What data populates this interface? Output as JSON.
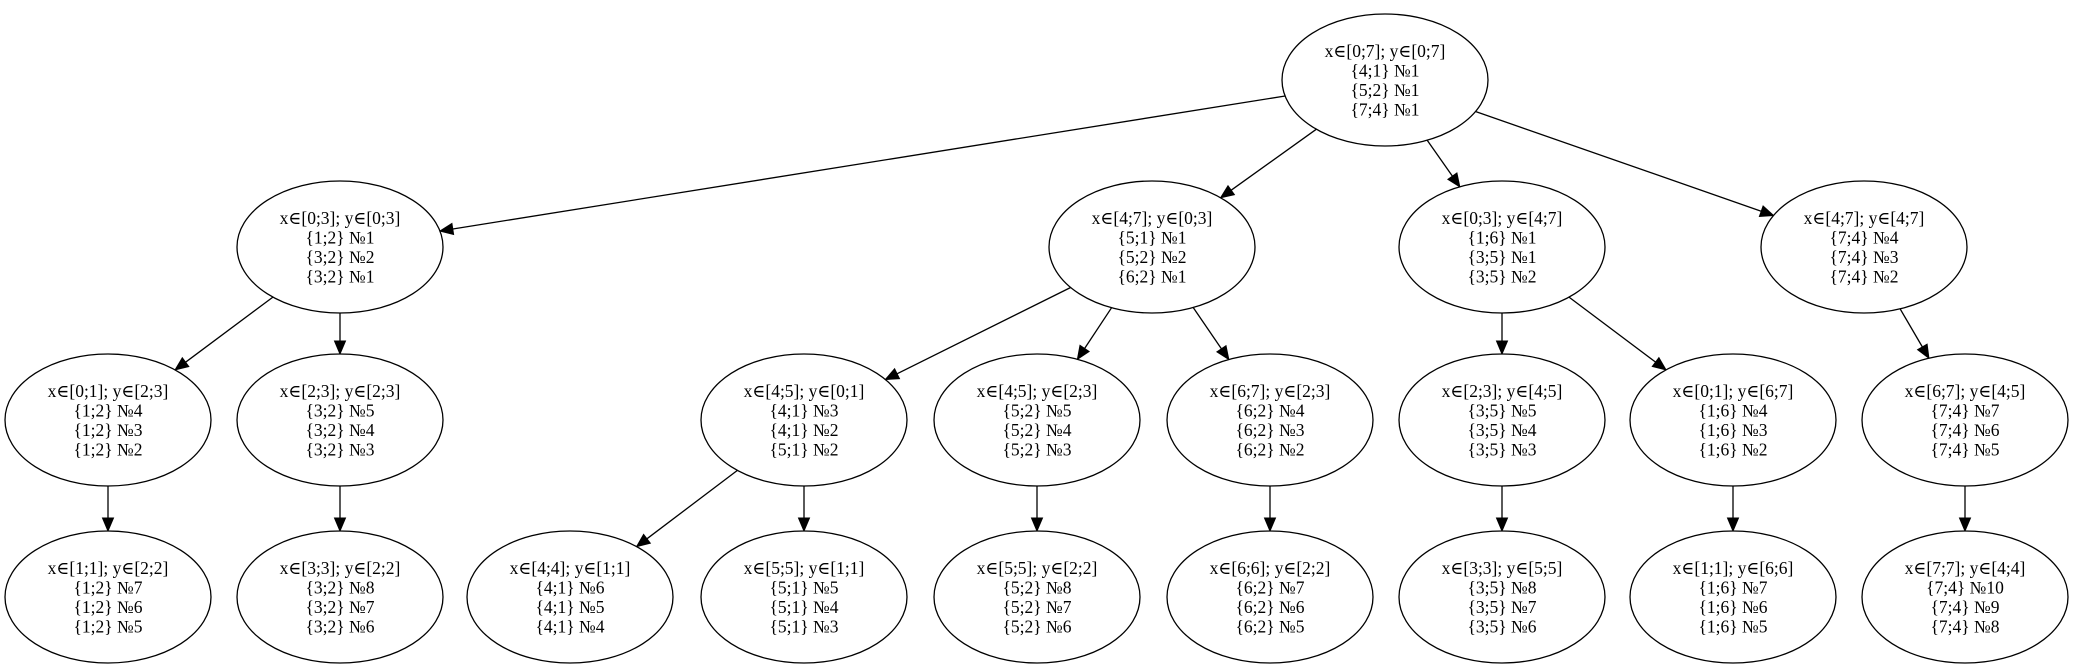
{
  "nodes": [
    {
      "id": "n0",
      "lines": [
        "x∈[0;7]; y∈[0;7]",
        "{4;1} №1",
        "{5;2} №1",
        "{7;4} №1"
      ]
    },
    {
      "id": "n1",
      "lines": [
        "x∈[0;3]; y∈[0;3]",
        "{1;2} №1",
        "{3;2} №2",
        "{3;2} №1"
      ]
    },
    {
      "id": "n2",
      "lines": [
        "x∈[4;7]; y∈[0;3]",
        "{5;1} №1",
        "{5;2} №2",
        "{6;2} №1"
      ]
    },
    {
      "id": "n3",
      "lines": [
        "x∈[0;3]; y∈[4;7]",
        "{1;6} №1",
        "{3;5} №1",
        "{3;5} №2"
      ]
    },
    {
      "id": "n4",
      "lines": [
        "x∈[4;7]; y∈[4;7]",
        "{7;4} №4",
        "{7;4} №3",
        "{7;4} №2"
      ]
    },
    {
      "id": "n5",
      "lines": [
        "x∈[0;1]; y∈[2;3]",
        "{1;2} №4",
        "{1;2} №3",
        "{1;2} №2"
      ]
    },
    {
      "id": "n6",
      "lines": [
        "x∈[2;3]; y∈[2;3]",
        "{3;2} №5",
        "{3;2} №4",
        "{3;2} №3"
      ]
    },
    {
      "id": "n7",
      "lines": [
        "x∈[4;5]; y∈[0;1]",
        "{4;1} №3",
        "{4;1} №2",
        "{5;1} №2"
      ]
    },
    {
      "id": "n8",
      "lines": [
        "x∈[4;5]; y∈[2;3]",
        "{5;2} №5",
        "{5;2} №4",
        "{5;2} №3"
      ]
    },
    {
      "id": "n9",
      "lines": [
        "x∈[6;7]; y∈[2;3]",
        "{6;2} №4",
        "{6;2} №3",
        "{6;2} №2"
      ]
    },
    {
      "id": "n10",
      "lines": [
        "x∈[2;3]; y∈[4;5]",
        "{3;5} №5",
        "{3;5} №4",
        "{3;5} №3"
      ]
    },
    {
      "id": "n11",
      "lines": [
        "x∈[0;1]; y∈[6;7]",
        "{1;6} №4",
        "{1;6} №3",
        "{1;6} №2"
      ]
    },
    {
      "id": "n12",
      "lines": [
        "x∈[6;7]; y∈[4;5]",
        "{7;4} №7",
        "{7;4} №6",
        "{7;4} №5"
      ]
    },
    {
      "id": "n13",
      "lines": [
        "x∈[1;1]; y∈[2;2]",
        "{1;2} №7",
        "{1;2} №6",
        "{1;2} №5"
      ]
    },
    {
      "id": "n14",
      "lines": [
        "x∈[3;3]; y∈[2;2]",
        "{3;2} №8",
        "{3;2} №7",
        "{3;2} №6"
      ]
    },
    {
      "id": "n15",
      "lines": [
        "x∈[4;4]; y∈[1;1]",
        "{4;1} №6",
        "{4;1} №5",
        "{4;1} №4"
      ]
    },
    {
      "id": "n16",
      "lines": [
        "x∈[5;5]; y∈[1;1]",
        "{5;1} №5",
        "{5;1} №4",
        "{5;1} №3"
      ]
    },
    {
      "id": "n17",
      "lines": [
        "x∈[5;5]; y∈[2;2]",
        "{5;2} №8",
        "{5;2} №7",
        "{5;2} №6"
      ]
    },
    {
      "id": "n18",
      "lines": [
        "x∈[6;6]; y∈[2;2]",
        "{6;2} №7",
        "{6;2} №6",
        "{6;2} №5"
      ]
    },
    {
      "id": "n19",
      "lines": [
        "x∈[3;3]; y∈[5;5]",
        "{3;5} №8",
        "{3;5} №7",
        "{3;5} №6"
      ]
    },
    {
      "id": "n20",
      "lines": [
        "x∈[1;1]; y∈[6;6]",
        "{1;6} №7",
        "{1;6} №6",
        "{1;6} №5"
      ]
    },
    {
      "id": "n21",
      "lines": [
        "x∈[7;7]; y∈[4;4]",
        "{7;4} №10",
        "{7;4} №9",
        "{7;4} №8"
      ]
    }
  ],
  "edges": [
    [
      "n0",
      "n1"
    ],
    [
      "n0",
      "n2"
    ],
    [
      "n0",
      "n3"
    ],
    [
      "n0",
      "n4"
    ],
    [
      "n1",
      "n5"
    ],
    [
      "n1",
      "n6"
    ],
    [
      "n2",
      "n7"
    ],
    [
      "n2",
      "n8"
    ],
    [
      "n2",
      "n9"
    ],
    [
      "n3",
      "n10"
    ],
    [
      "n3",
      "n11"
    ],
    [
      "n4",
      "n12"
    ],
    [
      "n5",
      "n13"
    ],
    [
      "n6",
      "n14"
    ],
    [
      "n7",
      "n15"
    ],
    [
      "n7",
      "n16"
    ],
    [
      "n8",
      "n17"
    ],
    [
      "n9",
      "n18"
    ],
    [
      "n10",
      "n19"
    ],
    [
      "n11",
      "n20"
    ],
    [
      "n12",
      "n21"
    ]
  ]
}
